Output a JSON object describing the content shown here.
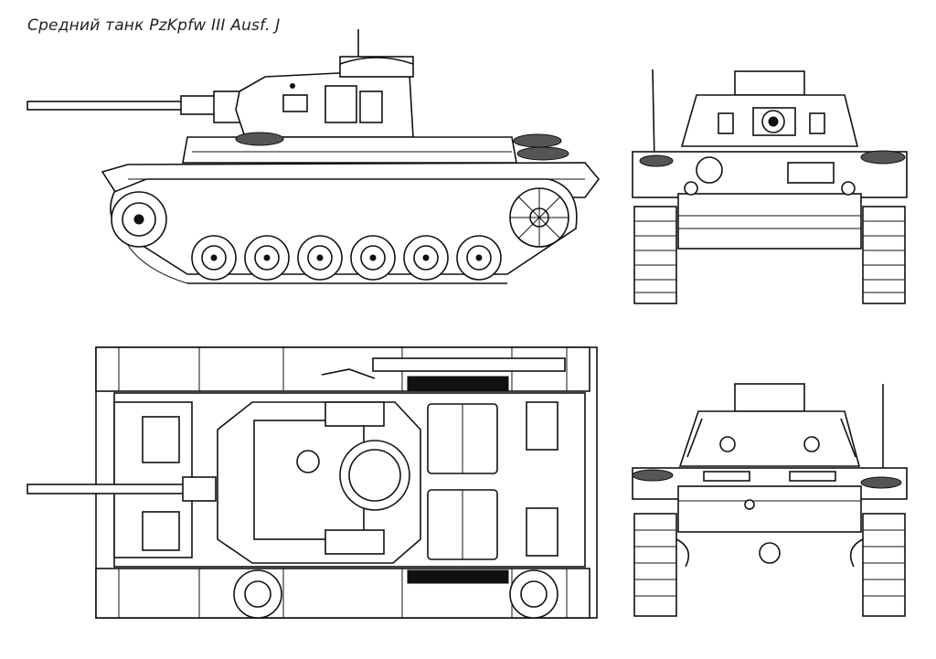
{
  "title": "Средний танк PzKpfw III Ausf. J",
  "views": [
    "side",
    "front",
    "top",
    "rear"
  ]
}
